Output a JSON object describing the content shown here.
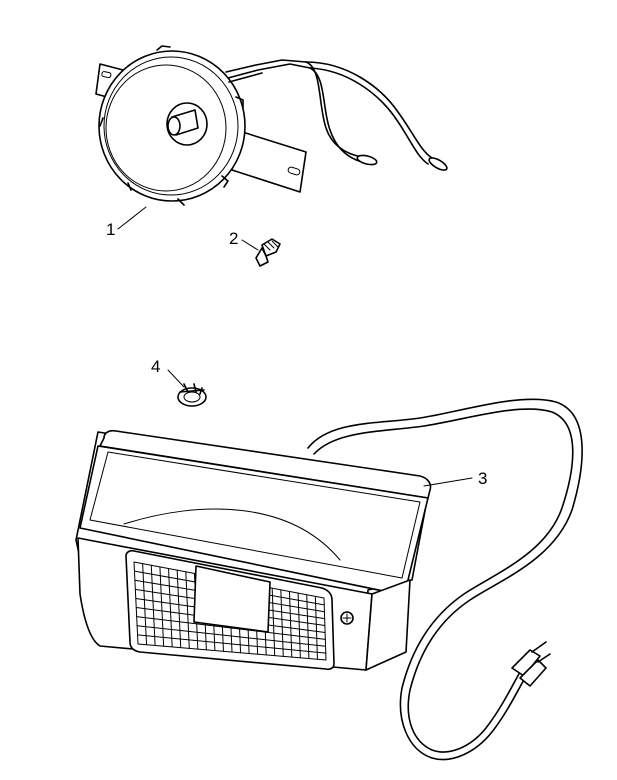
{
  "callouts": [
    {
      "label": "1",
      "part": "horn"
    },
    {
      "label": "2",
      "part": "bolt"
    },
    {
      "label": "3",
      "part": "tail-light-assembly"
    },
    {
      "label": "4",
      "part": "clip-nut"
    }
  ],
  "colors": {
    "line": "#000000",
    "background": "#ffffff"
  }
}
